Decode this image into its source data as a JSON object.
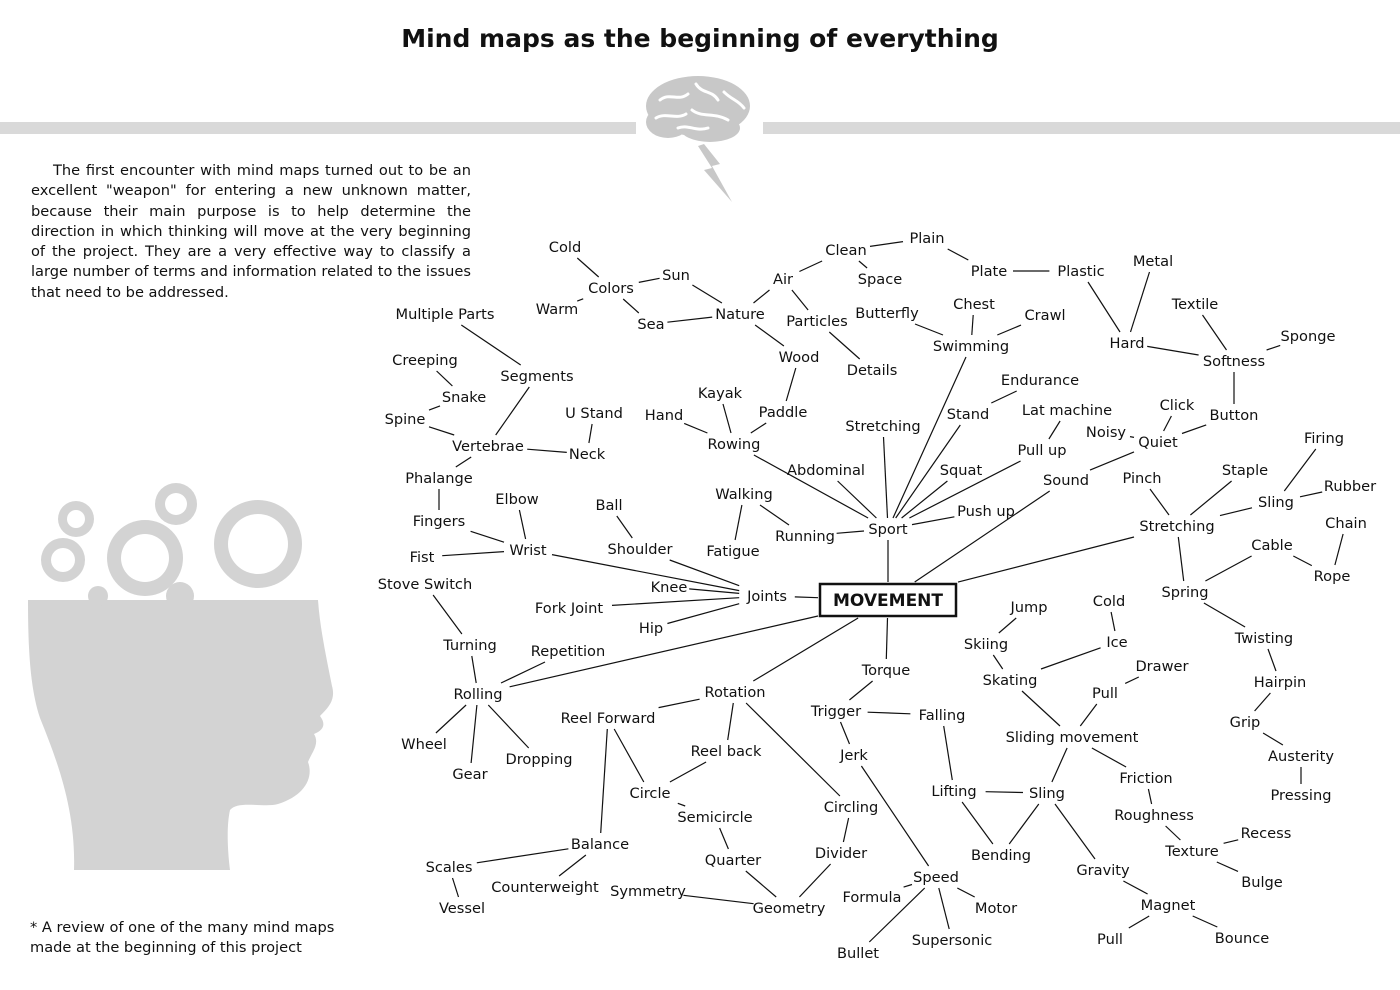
{
  "title": "Mind maps as the beginning of everything",
  "intro": "The first encounter with mind maps turned out to be an excellent \"weapon\" for entering a new unknown matter, because their main purpose is to help determine the direction in which thinking will move at the very beginning of the project. They are a very effective way to classify a large number of terms and information related to the issues that need to be addressed.",
  "footnote": "* A review of one of the many mind maps made at the beginning of this project",
  "icons": [
    "brain-icon",
    "lightning-icon",
    "gear-icon",
    "head-silhouette-icon"
  ],
  "mindmap": {
    "center": "MOVEMENT",
    "nodes": [
      {
        "id": "cold",
        "label": "Cold"
      },
      {
        "id": "colors",
        "label": "Colors"
      },
      {
        "id": "warm",
        "label": "Warm"
      },
      {
        "id": "sun",
        "label": "Sun"
      },
      {
        "id": "sea",
        "label": "Sea"
      },
      {
        "id": "nature",
        "label": "Nature"
      },
      {
        "id": "air",
        "label": "Air"
      },
      {
        "id": "clean",
        "label": "Clean"
      },
      {
        "id": "plain",
        "label": "Plain"
      },
      {
        "id": "space",
        "label": "Space"
      },
      {
        "id": "particles",
        "label": "Particles"
      },
      {
        "id": "details",
        "label": "Details"
      },
      {
        "id": "plate",
        "label": "Plate"
      },
      {
        "id": "plastic",
        "label": "Plastic"
      },
      {
        "id": "metal",
        "label": "Metal"
      },
      {
        "id": "hard",
        "label": "Hard"
      },
      {
        "id": "textile",
        "label": "Textile"
      },
      {
        "id": "sponge",
        "label": "Sponge"
      },
      {
        "id": "softness",
        "label": "Softness"
      },
      {
        "id": "button",
        "label": "Button"
      },
      {
        "id": "butterfly",
        "label": "Butterfly"
      },
      {
        "id": "chest",
        "label": "Chest"
      },
      {
        "id": "crawl",
        "label": "Crawl"
      },
      {
        "id": "swimming",
        "label": "Swimming"
      },
      {
        "id": "wood",
        "label": "Wood"
      },
      {
        "id": "paddle",
        "label": "Paddle"
      },
      {
        "id": "multiple_parts",
        "label": "Multiple Parts"
      },
      {
        "id": "segments",
        "label": "Segments"
      },
      {
        "id": "creeping",
        "label": "Creeping"
      },
      {
        "id": "snake",
        "label": "Snake"
      },
      {
        "id": "spine",
        "label": "Spine"
      },
      {
        "id": "vertebrae",
        "label": "Vertebrae"
      },
      {
        "id": "u_stand",
        "label": "U Stand"
      },
      {
        "id": "neck",
        "label": "Neck"
      },
      {
        "id": "kayak",
        "label": "Kayak"
      },
      {
        "id": "hand",
        "label": "Hand"
      },
      {
        "id": "rowing",
        "label": "Rowing"
      },
      {
        "id": "stretching_top",
        "label": "Stretching"
      },
      {
        "id": "endurance",
        "label": "Endurance"
      },
      {
        "id": "stand",
        "label": "Stand"
      },
      {
        "id": "lat_machine",
        "label": "Lat machine"
      },
      {
        "id": "pull_up",
        "label": "Pull up"
      },
      {
        "id": "click",
        "label": "Click"
      },
      {
        "id": "noisy",
        "label": "Noisy"
      },
      {
        "id": "quiet",
        "label": "Quiet"
      },
      {
        "id": "sound",
        "label": "Sound"
      },
      {
        "id": "squat",
        "label": "Squat"
      },
      {
        "id": "abdominal",
        "label": "Abdominal"
      },
      {
        "id": "push_up",
        "label": "Push up"
      },
      {
        "id": "sport",
        "label": "Sport"
      },
      {
        "id": "firing",
        "label": "Firing"
      },
      {
        "id": "pinch",
        "label": "Pinch"
      },
      {
        "id": "staple",
        "label": "Staple"
      },
      {
        "id": "rubber",
        "label": "Rubber"
      },
      {
        "id": "sling_r",
        "label": "Sling"
      },
      {
        "id": "chain",
        "label": "Chain"
      },
      {
        "id": "stretching_r",
        "label": "Stretching"
      },
      {
        "id": "cable",
        "label": "Cable"
      },
      {
        "id": "rope",
        "label": "Rope"
      },
      {
        "id": "spring",
        "label": "Spring"
      },
      {
        "id": "phalange",
        "label": "Phalange"
      },
      {
        "id": "elbow",
        "label": "Elbow"
      },
      {
        "id": "ball",
        "label": "Ball"
      },
      {
        "id": "walking",
        "label": "Walking"
      },
      {
        "id": "fingers",
        "label": "Fingers"
      },
      {
        "id": "wrist",
        "label": "Wrist"
      },
      {
        "id": "shoulder",
        "label": "Shoulder"
      },
      {
        "id": "fatigue",
        "label": "Fatigue"
      },
      {
        "id": "running",
        "label": "Running"
      },
      {
        "id": "fist",
        "label": "Fist"
      },
      {
        "id": "stove_switch",
        "label": "Stove Switch"
      },
      {
        "id": "knee",
        "label": "Knee"
      },
      {
        "id": "joints",
        "label": "Joints"
      },
      {
        "id": "fork_joint",
        "label": "Fork Joint"
      },
      {
        "id": "hip",
        "label": "Hip"
      },
      {
        "id": "jump",
        "label": "Jump"
      },
      {
        "id": "cold2",
        "label": "Cold"
      },
      {
        "id": "skiing",
        "label": "Skiing"
      },
      {
        "id": "ice",
        "label": "Ice"
      },
      {
        "id": "turning",
        "label": "Turning"
      },
      {
        "id": "repetition",
        "label": "Repetition"
      },
      {
        "id": "drawer",
        "label": "Drawer"
      },
      {
        "id": "torque",
        "label": "Torque"
      },
      {
        "id": "skating",
        "label": "Skating"
      },
      {
        "id": "pull_m",
        "label": "Pull"
      },
      {
        "id": "twisting",
        "label": "Twisting"
      },
      {
        "id": "rolling",
        "label": "Rolling"
      },
      {
        "id": "rotation",
        "label": "Rotation"
      },
      {
        "id": "hairpin",
        "label": "Hairpin"
      },
      {
        "id": "reel_forward",
        "label": "Reel Forward"
      },
      {
        "id": "trigger",
        "label": "Trigger"
      },
      {
        "id": "falling",
        "label": "Falling"
      },
      {
        "id": "grip",
        "label": "Grip"
      },
      {
        "id": "sliding",
        "label": "Sliding movement"
      },
      {
        "id": "wheel",
        "label": "Wheel"
      },
      {
        "id": "reel_back",
        "label": "Reel back"
      },
      {
        "id": "jerk",
        "label": "Jerk"
      },
      {
        "id": "austerity",
        "label": "Austerity"
      },
      {
        "id": "gear",
        "label": "Gear"
      },
      {
        "id": "dropping",
        "label": "Dropping"
      },
      {
        "id": "friction",
        "label": "Friction"
      },
      {
        "id": "circle",
        "label": "Circle"
      },
      {
        "id": "lifting",
        "label": "Lifting"
      },
      {
        "id": "sling_b",
        "label": "Sling"
      },
      {
        "id": "pressing",
        "label": "Pressing"
      },
      {
        "id": "circling",
        "label": "Circling"
      },
      {
        "id": "semicircle",
        "label": "Semicircle"
      },
      {
        "id": "roughness",
        "label": "Roughness"
      },
      {
        "id": "recess",
        "label": "Recess"
      },
      {
        "id": "balance",
        "label": "Balance"
      },
      {
        "id": "texture",
        "label": "Texture"
      },
      {
        "id": "divider",
        "label": "Divider"
      },
      {
        "id": "bending",
        "label": "Bending"
      },
      {
        "id": "quarter",
        "label": "Quarter"
      },
      {
        "id": "scales",
        "label": "Scales"
      },
      {
        "id": "gravity",
        "label": "Gravity"
      },
      {
        "id": "speed",
        "label": "Speed"
      },
      {
        "id": "bulge",
        "label": "Bulge"
      },
      {
        "id": "counterweight",
        "label": "Counterweight"
      },
      {
        "id": "symmetry",
        "label": "Symmetry"
      },
      {
        "id": "formula",
        "label": "Formula"
      },
      {
        "id": "vessel",
        "label": "Vessel"
      },
      {
        "id": "magnet",
        "label": "Magnet"
      },
      {
        "id": "geometry",
        "label": "Geometry"
      },
      {
        "id": "motor",
        "label": "Motor"
      },
      {
        "id": "supersonic",
        "label": "Supersonic"
      },
      {
        "id": "pull_b",
        "label": "Pull"
      },
      {
        "id": "bounce",
        "label": "Bounce"
      },
      {
        "id": "bullet",
        "label": "Bullet"
      }
    ],
    "edges": [
      [
        "movement",
        "sport"
      ],
      [
        "movement",
        "joints"
      ],
      [
        "movement",
        "torque"
      ],
      [
        "movement",
        "rotation"
      ],
      [
        "movement",
        "rolling"
      ],
      [
        "movement",
        "stretching_r"
      ],
      [
        "movement",
        "sound"
      ],
      [
        "sport",
        "abdominal"
      ],
      [
        "sport",
        "rowing"
      ],
      [
        "sport",
        "running"
      ],
      [
        "sport",
        "stretching_top"
      ],
      [
        "sport",
        "swimming"
      ],
      [
        "sport",
        "stand"
      ],
      [
        "sport",
        "squat"
      ],
      [
        "sport",
        "pull_up"
      ],
      [
        "sport",
        "push_up"
      ],
      [
        "swimming",
        "butterfly"
      ],
      [
        "swimming",
        "chest"
      ],
      [
        "swimming",
        "crawl"
      ],
      [
        "stand",
        "endurance"
      ],
      [
        "pull_up",
        "lat_machine"
      ],
      [
        "rowing",
        "hand"
      ],
      [
        "rowing",
        "kayak"
      ],
      [
        "rowing",
        "paddle"
      ],
      [
        "paddle",
        "wood"
      ],
      [
        "wood",
        "nature"
      ],
      [
        "nature",
        "sun"
      ],
      [
        "nature",
        "sea"
      ],
      [
        "nature",
        "air"
      ],
      [
        "sun",
        "colors"
      ],
      [
        "sea",
        "colors"
      ],
      [
        "colors",
        "cold"
      ],
      [
        "colors",
        "warm"
      ],
      [
        "air",
        "clean"
      ],
      [
        "air",
        "particles"
      ],
      [
        "particles",
        "details"
      ],
      [
        "clean",
        "plain"
      ],
      [
        "clean",
        "space"
      ],
      [
        "plain",
        "plate"
      ],
      [
        "plate",
        "plastic"
      ],
      [
        "plastic",
        "hard"
      ],
      [
        "hard",
        "metal"
      ],
      [
        "hard",
        "softness"
      ],
      [
        "softness",
        "textile"
      ],
      [
        "softness",
        "sponge"
      ],
      [
        "softness",
        "button"
      ],
      [
        "button",
        "quiet"
      ],
      [
        "quiet",
        "click"
      ],
      [
        "quiet",
        "noisy"
      ],
      [
        "sound",
        "quiet"
      ],
      [
        "running",
        "walking"
      ],
      [
        "walking",
        "fatigue"
      ],
      [
        "joints",
        "shoulder"
      ],
      [
        "joints",
        "knee"
      ],
      [
        "joints",
        "hip"
      ],
      [
        "joints",
        "fork_joint"
      ],
      [
        "joints",
        "wrist"
      ],
      [
        "shoulder",
        "ball"
      ],
      [
        "wrist",
        "elbow"
      ],
      [
        "wrist",
        "fingers"
      ],
      [
        "wrist",
        "fist"
      ],
      [
        "fingers",
        "phalange"
      ],
      [
        "phalange",
        "vertebrae"
      ],
      [
        "vertebrae",
        "spine"
      ],
      [
        "vertebrae",
        "neck"
      ],
      [
        "vertebrae",
        "segments"
      ],
      [
        "neck",
        "u_stand"
      ],
      [
        "segments",
        "multiple_parts"
      ],
      [
        "spine",
        "snake"
      ],
      [
        "snake",
        "creeping"
      ],
      [
        "stretching_r",
        "pinch"
      ],
      [
        "stretching_r",
        "staple"
      ],
      [
        "stretching_r",
        "sling_r"
      ],
      [
        "stretching_r",
        "spring"
      ],
      [
        "sling_r",
        "firing"
      ],
      [
        "sling_r",
        "rubber"
      ],
      [
        "spring",
        "cable"
      ],
      [
        "spring",
        "twisting"
      ],
      [
        "cable",
        "rope"
      ],
      [
        "rope",
        "chain"
      ],
      [
        "twisting",
        "hairpin"
      ],
      [
        "hairpin",
        "grip"
      ],
      [
        "grip",
        "austerity"
      ],
      [
        "austerity",
        "pressing"
      ],
      [
        "rolling",
        "repetition"
      ],
      [
        "rolling",
        "turning"
      ],
      [
        "rolling",
        "wheel"
      ],
      [
        "rolling",
        "gear"
      ],
      [
        "rolling",
        "dropping"
      ],
      [
        "turning",
        "stove_switch"
      ],
      [
        "rotation",
        "reel_forward"
      ],
      [
        "rotation",
        "reel_back"
      ],
      [
        "rotation",
        "circling"
      ],
      [
        "reel_forward",
        "circle"
      ],
      [
        "reel_forward",
        "balance"
      ],
      [
        "reel_back",
        "circle"
      ],
      [
        "circle",
        "semicircle"
      ],
      [
        "semicircle",
        "quarter"
      ],
      [
        "quarter",
        "geometry"
      ],
      [
        "circling",
        "divider"
      ],
      [
        "divider",
        "geometry"
      ],
      [
        "balance",
        "scales"
      ],
      [
        "balance",
        "counterweight"
      ],
      [
        "scales",
        "vessel"
      ],
      [
        "symmetry",
        "geometry"
      ],
      [
        "torque",
        "trigger"
      ],
      [
        "trigger",
        "falling"
      ],
      [
        "trigger",
        "jerk"
      ],
      [
        "falling",
        "lifting"
      ],
      [
        "jerk",
        "speed"
      ],
      [
        "speed",
        "formula"
      ],
      [
        "speed",
        "motor"
      ],
      [
        "speed",
        "supersonic"
      ],
      [
        "speed",
        "bullet"
      ],
      [
        "lifting",
        "sling_b"
      ],
      [
        "lifting",
        "bending"
      ],
      [
        "sling_b",
        "bending"
      ],
      [
        "sling_b",
        "sliding"
      ],
      [
        "sling_b",
        "gravity"
      ],
      [
        "gravity",
        "magnet"
      ],
      [
        "magnet",
        "pull_b"
      ],
      [
        "magnet",
        "bounce"
      ],
      [
        "sliding",
        "skating"
      ],
      [
        "sliding",
        "pull_m"
      ],
      [
        "sliding",
        "friction"
      ],
      [
        "friction",
        "roughness"
      ],
      [
        "roughness",
        "texture"
      ],
      [
        "texture",
        "recess"
      ],
      [
        "texture",
        "bulge"
      ],
      [
        "pull_m",
        "drawer"
      ],
      [
        "skating",
        "skiing"
      ],
      [
        "skating",
        "ice"
      ],
      [
        "skiing",
        "jump"
      ],
      [
        "ice",
        "cold2"
      ]
    ]
  }
}
